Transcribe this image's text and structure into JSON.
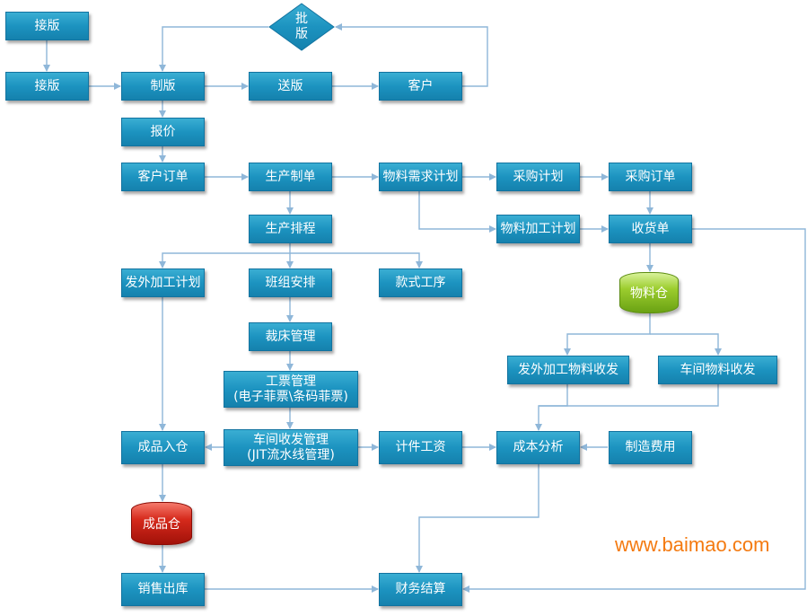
{
  "nodes": {
    "jieban1": "接版",
    "jieban2": "接版",
    "piban": [
      "批",
      "版"
    ],
    "zhiban": "制版",
    "songban": "送版",
    "kehu": "客户",
    "baojia": "报价",
    "kehu_dingdan": "客户订单",
    "shengchan_zhidan": "生产制单",
    "wuliao_xuqiu": "物料需求计划",
    "caigou_jihua": "采购计划",
    "caigou_dingdan": "采购订单",
    "shengchan_paicheng": "生产排程",
    "wuliao_jiagong": "物料加工计划",
    "shouhuodan": "收货单",
    "fawai_jiagong": "发外加工计划",
    "banzu_anpai": "班组安排",
    "kuanshi_gongxu": "款式工序",
    "wuliaocang": "物料仓",
    "caichuang": "裁床管理",
    "fawai_wuliao": "发外加工物料收发",
    "chejian_wuliao": "车间物料收发",
    "gongpiao": [
      "工票管理",
      "(电子菲票\\条码菲票)"
    ],
    "chengpin_ruchang": "成品入仓",
    "chejian_shoufa": [
      "车间收发管理",
      "(JIT流水线管理)"
    ],
    "jijian_gongzi": "计件工资",
    "chengben_fenxi": "成本分析",
    "zhizao_feiyong": "制造费用",
    "chengpincang": "成品仓",
    "xiaoshou_chuku": "销售出库",
    "caiwu_jiesuan": "财务结算"
  },
  "watermark": "www.baimao.com",
  "colors": {
    "process_box": "#1c93c0",
    "connector": "#8fb7d9",
    "storage_material": "#9ccd2e",
    "storage_product": "#d62a1c",
    "watermark": "#f47a10"
  }
}
